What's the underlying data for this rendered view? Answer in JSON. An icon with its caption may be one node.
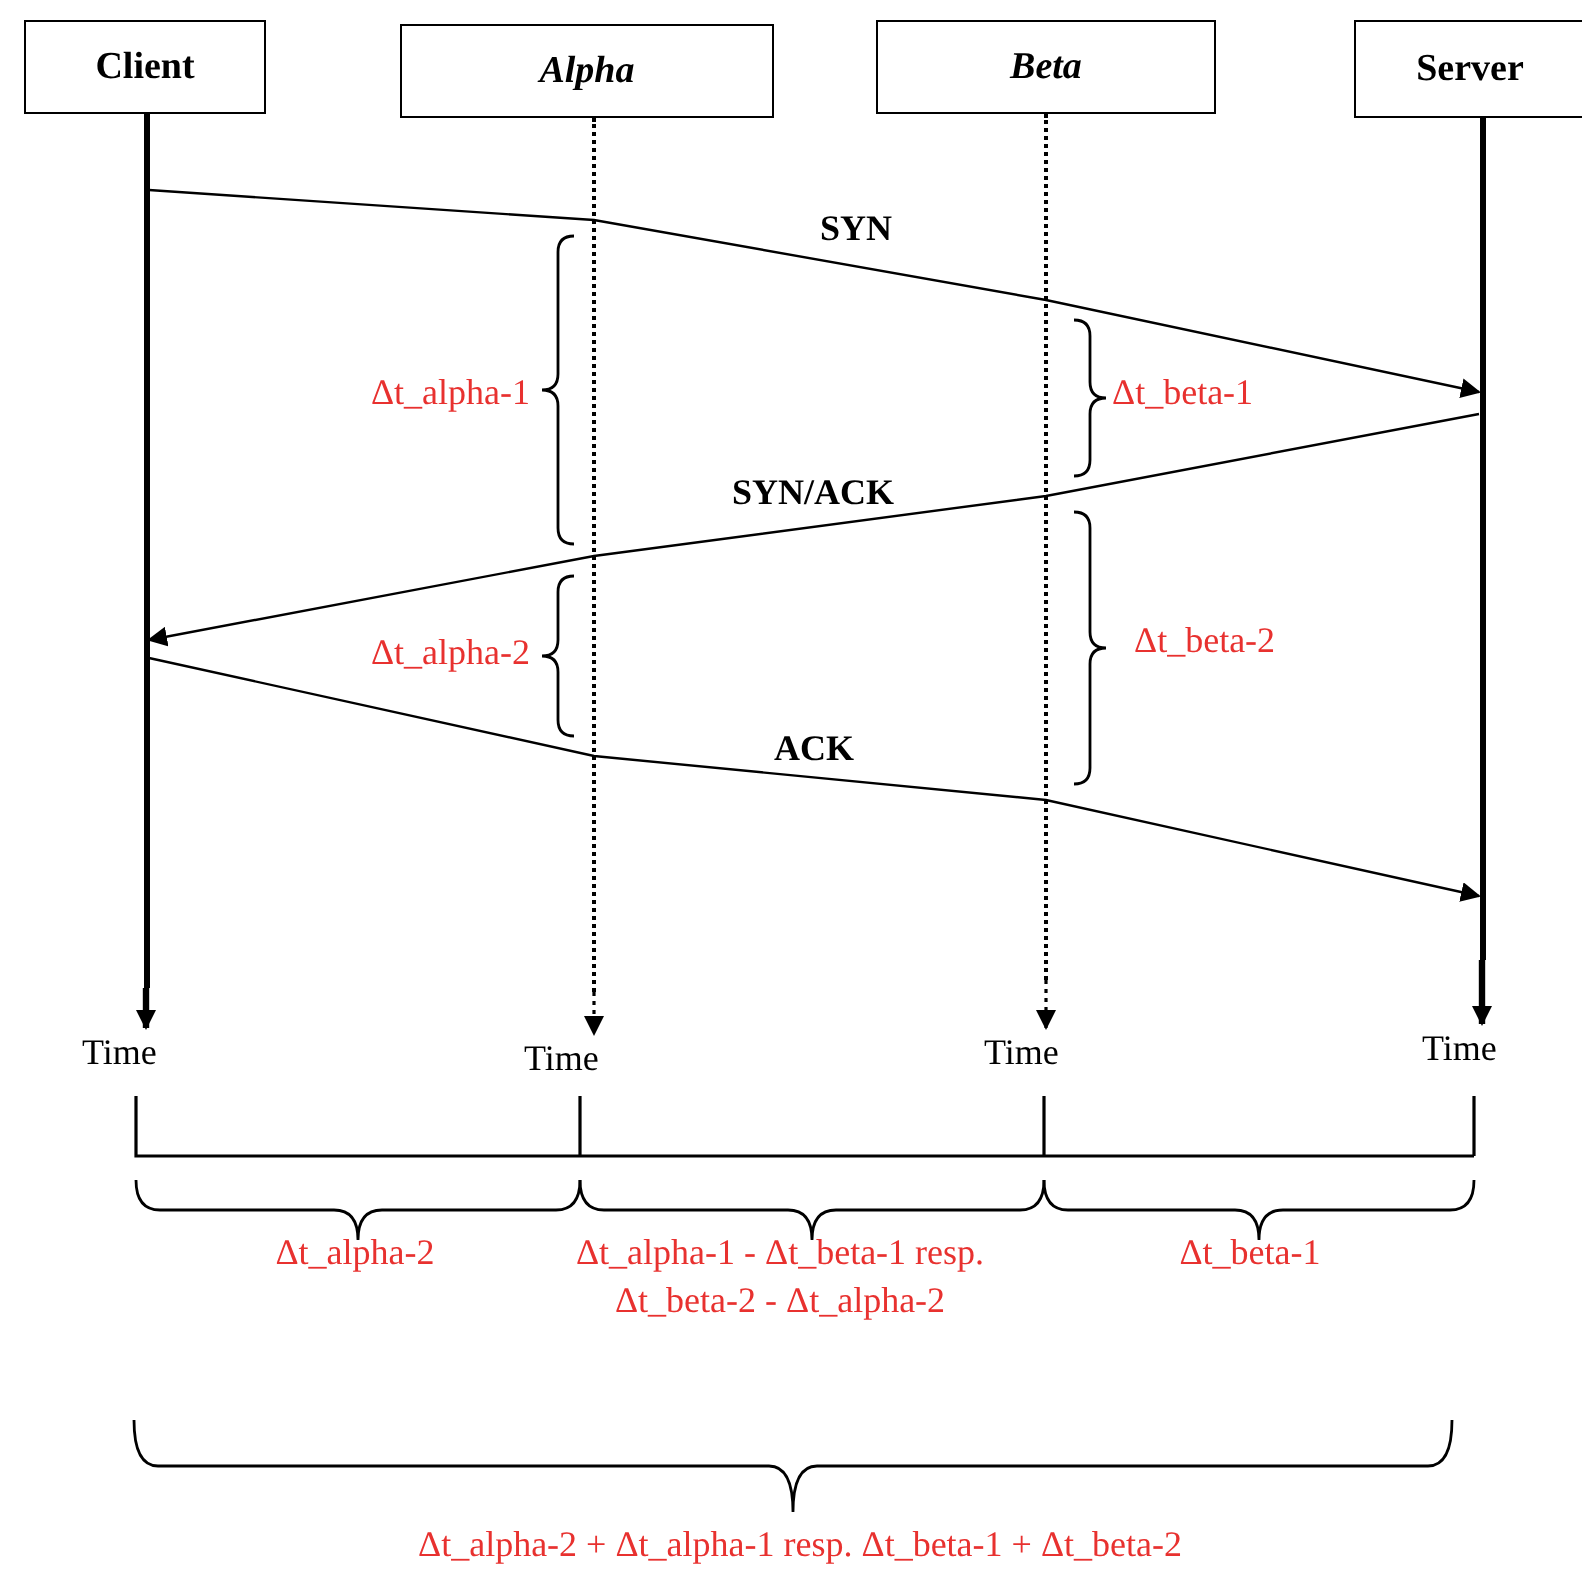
{
  "diagram": {
    "nodes": [
      {
        "text": [
          "Client"
        ]
      },
      {
        "text": [
          "Alpha"
        ]
      },
      {
        "text": [
          "Beta"
        ]
      },
      {
        "text": [
          "Server"
        ]
      },
      {
        "text": [
          "Time"
        ]
      },
      {
        "text": [
          "Time"
        ]
      },
      {
        "text": [
          "Time"
        ]
      },
      {
        "text": [
          "Time"
        ]
      },
      {
        "text": [],
        "shape": "bar"
      },
      {
        "text": [],
        "shape": "bar"
      },
      {
        "text": [],
        "shape": "bar"
      },
      {
        "text": [],
        "shape": "bar"
      }
    ],
    "edges": [
      {
        "from": 8,
        "to": 4,
        "arrow": "to",
        "style": "thick"
      },
      {
        "from": 9,
        "to": 5,
        "arrow": "to",
        "style": "dashed"
      },
      {
        "from": 10,
        "to": 6,
        "arrow": "to",
        "style": "dashed"
      },
      {
        "from": 11,
        "to": 7,
        "arrow": "to",
        "style": "thick"
      },
      {
        "from": 8,
        "to": 11,
        "arrow": "to",
        "label": "SYN"
      },
      {
        "from": 11,
        "to": 8,
        "arrow": "to",
        "label": "SYN/ACK"
      },
      {
        "from": 8,
        "to": 11,
        "arrow": "to",
        "label": "ACK"
      }
    ],
    "labels": [
      "Δt_alpha-1",
      "Δt_beta-1",
      "Δt_alpha-2",
      "Δt_beta-2",
      "Δt_alpha-2",
      "Δt_alpha-1 - Δt_beta-1 resp. Δt_beta-2 - Δt_alpha-2",
      "Δt_beta-1",
      "Δt_alpha-2 + Δt_alpha-1 resp. Δt_beta-1 + Δt_beta-2"
    ]
  }
}
